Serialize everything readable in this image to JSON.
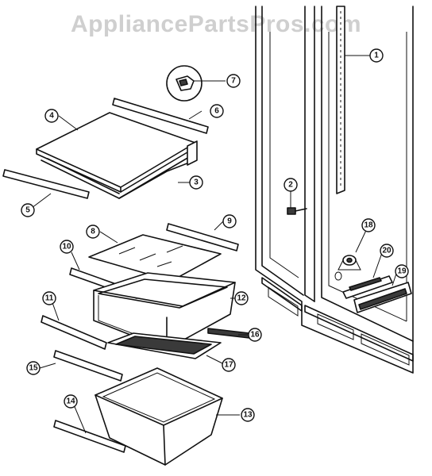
{
  "watermark": "AppliancePartsPros.com",
  "callouts": [
    {
      "id": "c1",
      "label": "1"
    },
    {
      "id": "c2",
      "label": "2"
    },
    {
      "id": "c3",
      "label": "3"
    },
    {
      "id": "c4",
      "label": "4"
    },
    {
      "id": "c5",
      "label": "5"
    },
    {
      "id": "c6",
      "label": "6"
    },
    {
      "id": "c7",
      "label": "7"
    },
    {
      "id": "c8",
      "label": "8"
    },
    {
      "id": "c9",
      "label": "9"
    },
    {
      "id": "c10",
      "label": "10"
    },
    {
      "id": "c11",
      "label": "11"
    },
    {
      "id": "c12",
      "label": "12"
    },
    {
      "id": "c13",
      "label": "13"
    },
    {
      "id": "c14",
      "label": "14"
    },
    {
      "id": "c15",
      "label": "15"
    },
    {
      "id": "c16",
      "label": "16"
    },
    {
      "id": "c17",
      "label": "17"
    },
    {
      "id": "c18",
      "label": "18"
    },
    {
      "id": "c19",
      "label": "19"
    },
    {
      "id": "c20",
      "label": "20"
    }
  ]
}
